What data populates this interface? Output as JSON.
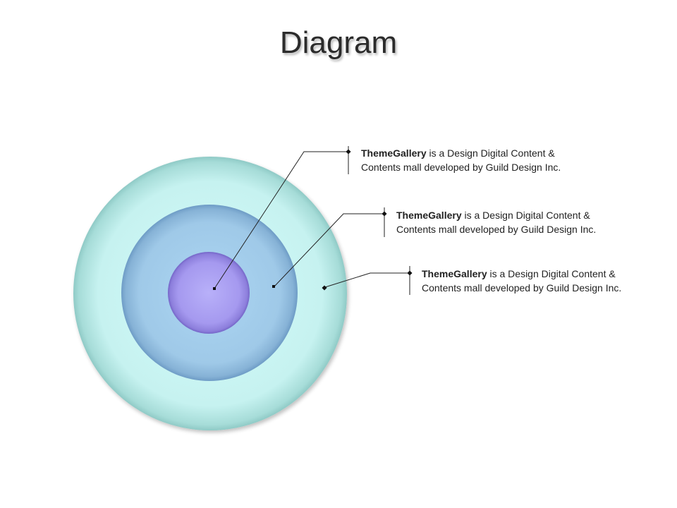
{
  "title": "Diagram",
  "colors": {
    "outer_ring": "#c4f0ee",
    "middle_ring": "#9fc8e6",
    "inner_circle": "#a79bee",
    "leader_line": "#222222"
  },
  "callouts": [
    {
      "brand": "ThemeGallery",
      "line1_rest": " is a Design Digital Content &",
      "line2": "Contents mall developed by Guild Design Inc."
    },
    {
      "brand": "ThemeGallery",
      "line1_rest": " is a Design Digital Content &",
      "line2": "Contents mall developed by Guild Design Inc."
    },
    {
      "brand": "ThemeGallery",
      "line1_rest": " is a Design Digital Content &",
      "line2": "Contents mall developed by Guild Design Inc."
    }
  ]
}
